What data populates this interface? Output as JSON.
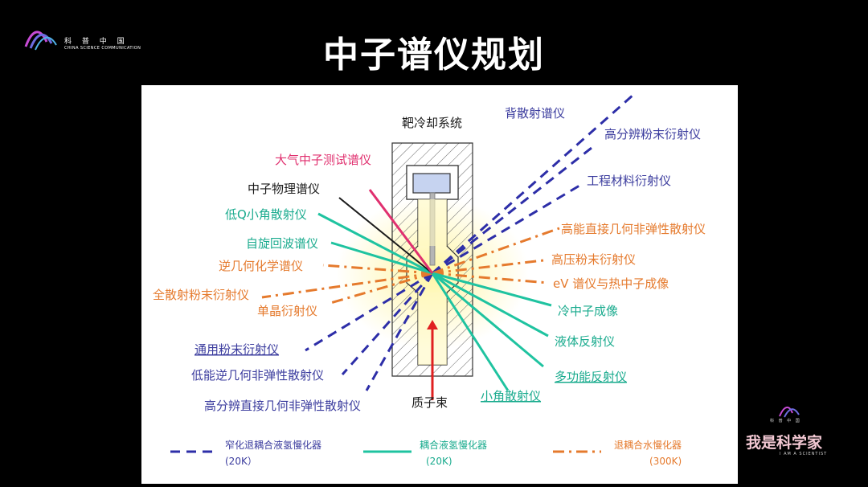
{
  "header": {
    "title": "中子谱仪规划",
    "brand_name": "科 普 中 国",
    "brand_subtitle": "CHINA SCIENCE COMMUNICATION"
  },
  "diagram": {
    "center_labels": {
      "target_cooling": "靶冷却系统",
      "proton_beam": "质子束"
    },
    "labels_left": [
      {
        "text": "大气中子测试谱仪",
        "color": "pink"
      },
      {
        "text": "中子物理谱仪",
        "color": "black"
      },
      {
        "text": "低Q小角散射仪",
        "color": "teal"
      },
      {
        "text": "自旋回波谱仪",
        "color": "teal"
      },
      {
        "text": "逆几何化学谱仪",
        "color": "orange"
      },
      {
        "text": "全散射粉末衍射仪",
        "color": "orange"
      },
      {
        "text": "单晶衍射仪",
        "color": "orange"
      },
      {
        "text": "通用粉末衍射仪",
        "color": "purple",
        "underline": true
      },
      {
        "text": "低能逆几何非弹性散射仪",
        "color": "purple"
      },
      {
        "text": "高分辨直接几何非弹性散射仪",
        "color": "purple"
      }
    ],
    "labels_right": [
      {
        "text": "背散射谱仪",
        "color": "purple"
      },
      {
        "text": "高分辨粉末衍射仪",
        "color": "purple"
      },
      {
        "text": "工程材料衍射仪",
        "color": "purple"
      },
      {
        "text": "高能直接几何非弹性散射仪",
        "color": "orange"
      },
      {
        "text": "高压粉末衍射仪",
        "color": "orange"
      },
      {
        "text": "eV 谱仪与热中子成像",
        "color": "orange"
      },
      {
        "text": "冷中子成像",
        "color": "teal"
      },
      {
        "text": "液体反射仪",
        "color": "teal"
      },
      {
        "text": "多功能反射仪",
        "color": "teal",
        "underline": true
      },
      {
        "text": "小角散射仪",
        "color": "teal",
        "underline": true
      }
    ],
    "legend": [
      {
        "name": "窄化退耦合液氢慢化器",
        "temp": "(20K）",
        "style": "dashed",
        "color": "#2d2ea8"
      },
      {
        "name": "耦合液氢慢化器",
        "temp": "(20K)",
        "style": "solid",
        "color": "#1fc3a0"
      },
      {
        "name": "退耦合水慢化器",
        "temp": "(300K)",
        "style": "dash-dot",
        "color": "#e57a2d"
      }
    ],
    "colors": {
      "purple": "#2d2ea8",
      "teal": "#1fc3a0",
      "orange": "#e57a2d",
      "pink": "#e0306f",
      "beam": "#e02020"
    }
  },
  "footer": {
    "slogan": "我是科学家",
    "slogan_en": "I AM A SCIENTIST",
    "mini_brand": "科 普 中 国"
  }
}
